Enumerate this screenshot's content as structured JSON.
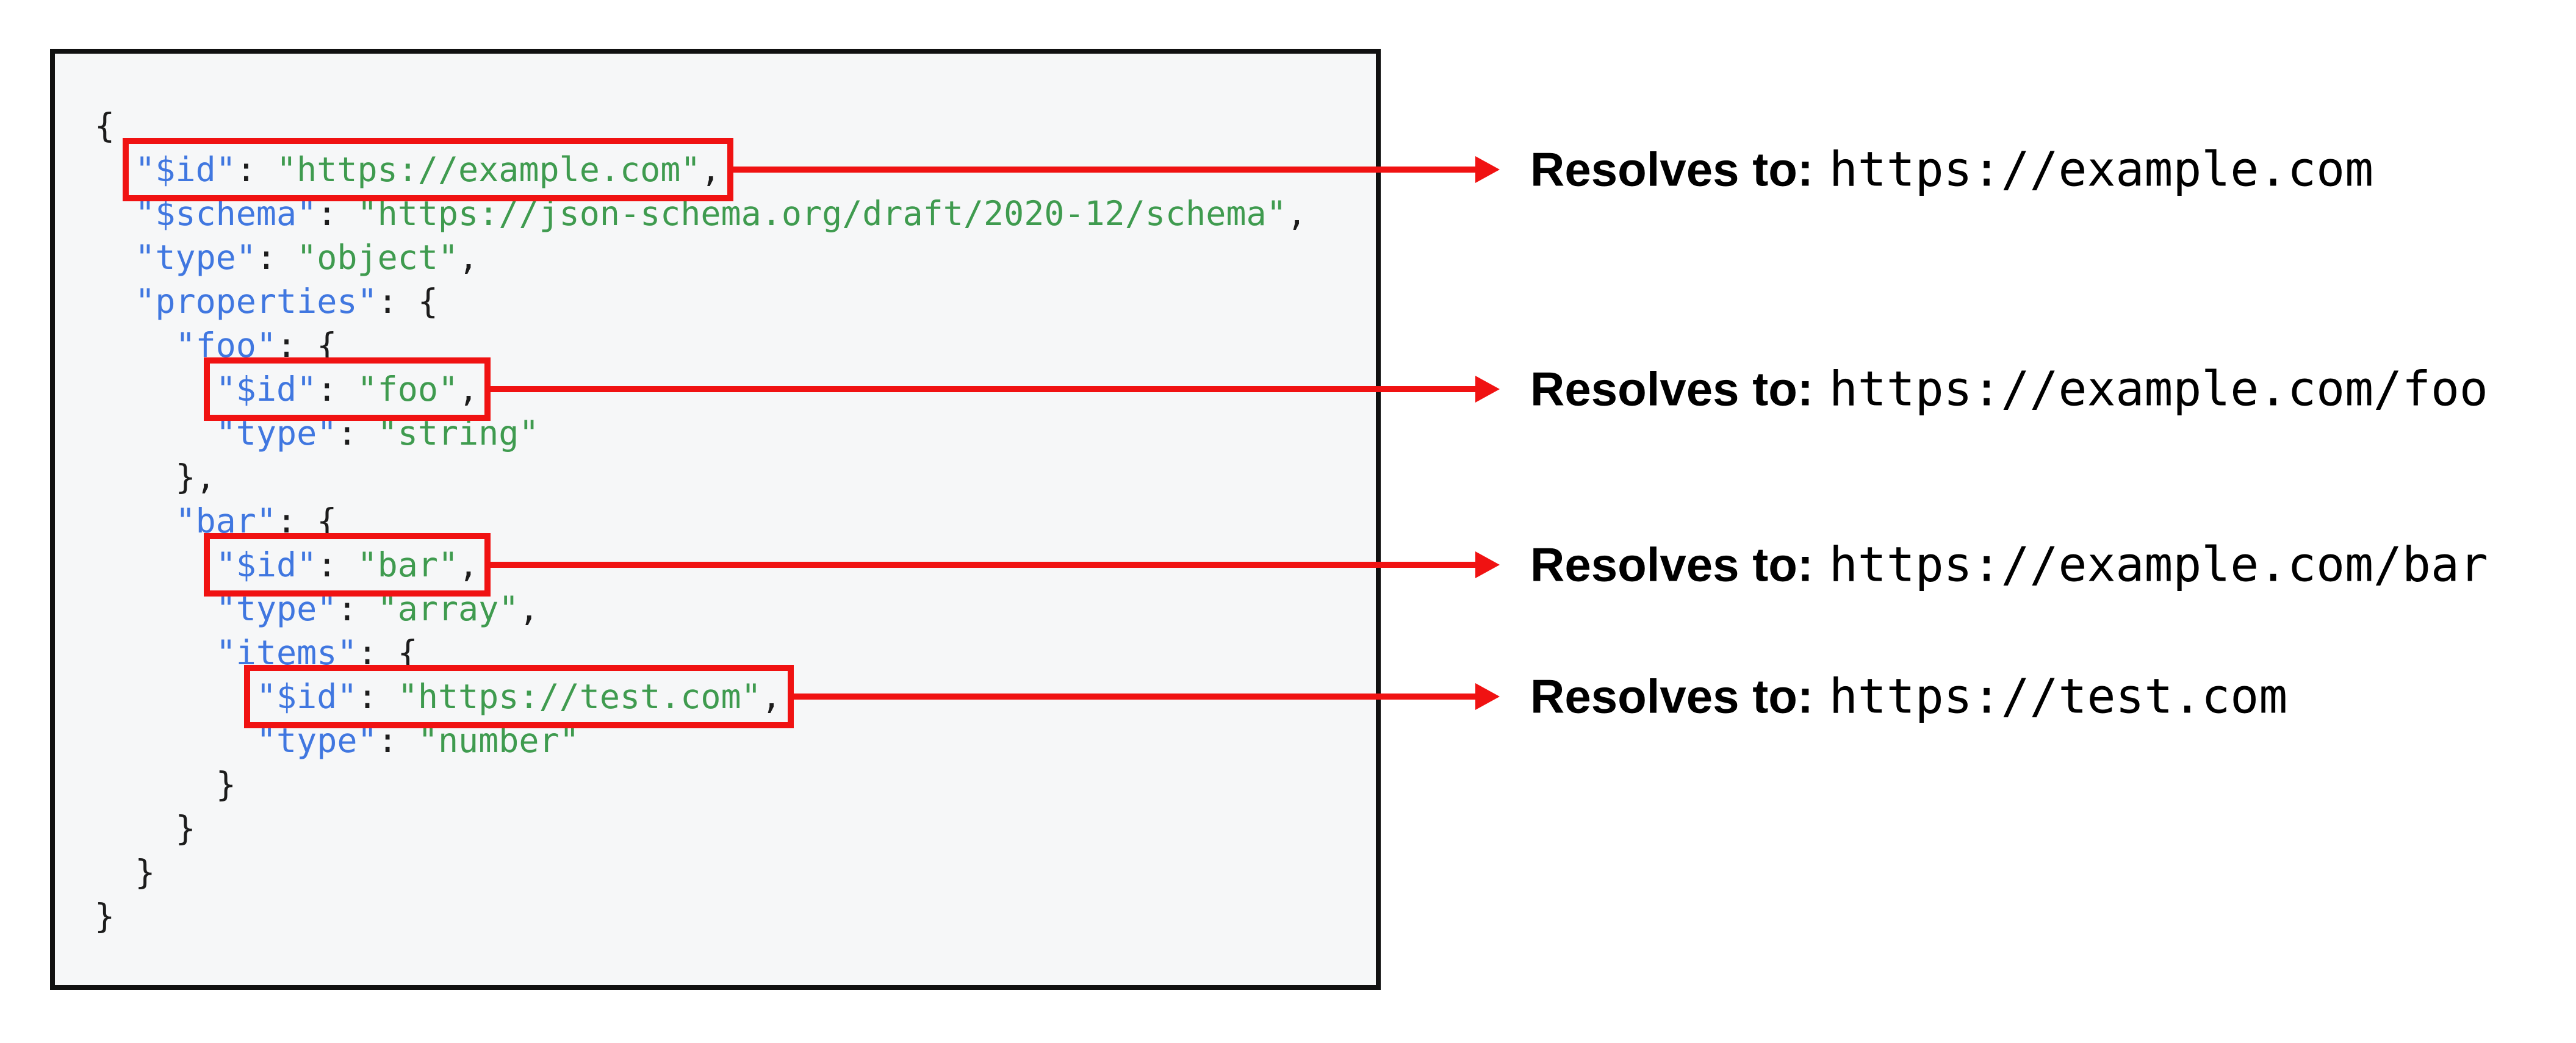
{
  "colors": {
    "red": "#f01212",
    "key_blue": "#4077e0",
    "string_green": "#3f9b4f",
    "punctuation": "#1c1c1c",
    "code_background": "#f6f7f8",
    "code_box_border": "#111111",
    "annotation_text": "#000000"
  },
  "code": {
    "lines": [
      {
        "indent": "",
        "boxed": false,
        "tokens": [
          {
            "c": "p",
            "t": "{"
          }
        ]
      },
      {
        "indent": "  ",
        "boxed": true,
        "tokens": [
          {
            "c": "k",
            "t": "\"$id\""
          },
          {
            "c": "p",
            "t": ": "
          },
          {
            "c": "s",
            "t": "\"https://example.com\""
          },
          {
            "c": "p",
            "t": ","
          }
        ]
      },
      {
        "indent": "  ",
        "boxed": false,
        "tokens": [
          {
            "c": "k",
            "t": "\"$schema\""
          },
          {
            "c": "p",
            "t": ": "
          },
          {
            "c": "s",
            "t": "\"https://json-schema.org/draft/2020-12/schema\""
          },
          {
            "c": "p",
            "t": ","
          }
        ]
      },
      {
        "indent": "  ",
        "boxed": false,
        "tokens": [
          {
            "c": "k",
            "t": "\"type\""
          },
          {
            "c": "p",
            "t": ": "
          },
          {
            "c": "s",
            "t": "\"object\""
          },
          {
            "c": "p",
            "t": ","
          }
        ]
      },
      {
        "indent": "  ",
        "boxed": false,
        "tokens": [
          {
            "c": "k",
            "t": "\"properties\""
          },
          {
            "c": "p",
            "t": ": {"
          }
        ]
      },
      {
        "indent": "    ",
        "boxed": false,
        "tokens": [
          {
            "c": "k",
            "t": "\"foo\""
          },
          {
            "c": "p",
            "t": ": {"
          }
        ]
      },
      {
        "indent": "      ",
        "boxed": true,
        "tokens": [
          {
            "c": "k",
            "t": "\"$id\""
          },
          {
            "c": "p",
            "t": ": "
          },
          {
            "c": "s",
            "t": "\"foo\""
          },
          {
            "c": "p",
            "t": ","
          }
        ]
      },
      {
        "indent": "      ",
        "boxed": false,
        "tokens": [
          {
            "c": "k",
            "t": "\"type\""
          },
          {
            "c": "p",
            "t": ": "
          },
          {
            "c": "s",
            "t": "\"string\""
          }
        ]
      },
      {
        "indent": "    ",
        "boxed": false,
        "tokens": [
          {
            "c": "p",
            "t": "},"
          }
        ]
      },
      {
        "indent": "    ",
        "boxed": false,
        "tokens": [
          {
            "c": "k",
            "t": "\"bar\""
          },
          {
            "c": "p",
            "t": ": {"
          }
        ]
      },
      {
        "indent": "      ",
        "boxed": true,
        "tokens": [
          {
            "c": "k",
            "t": "\"$id\""
          },
          {
            "c": "p",
            "t": ": "
          },
          {
            "c": "s",
            "t": "\"bar\""
          },
          {
            "c": "p",
            "t": ","
          }
        ]
      },
      {
        "indent": "      ",
        "boxed": false,
        "tokens": [
          {
            "c": "k",
            "t": "\"type\""
          },
          {
            "c": "p",
            "t": ": "
          },
          {
            "c": "s",
            "t": "\"array\""
          },
          {
            "c": "p",
            "t": ","
          }
        ]
      },
      {
        "indent": "      ",
        "boxed": false,
        "tokens": [
          {
            "c": "k",
            "t": "\"items\""
          },
          {
            "c": "p",
            "t": ": {"
          }
        ]
      },
      {
        "indent": "        ",
        "boxed": true,
        "tokens": [
          {
            "c": "k",
            "t": "\"$id\""
          },
          {
            "c": "p",
            "t": ": "
          },
          {
            "c": "s",
            "t": "\"https://test.com\""
          },
          {
            "c": "p",
            "t": ","
          }
        ]
      },
      {
        "indent": "        ",
        "boxed": false,
        "tokens": [
          {
            "c": "k",
            "t": "\"type\""
          },
          {
            "c": "p",
            "t": ": "
          },
          {
            "c": "s",
            "t": "\"number\""
          }
        ]
      },
      {
        "indent": "      ",
        "boxed": false,
        "tokens": [
          {
            "c": "p",
            "t": "}"
          }
        ]
      },
      {
        "indent": "    ",
        "boxed": false,
        "tokens": [
          {
            "c": "p",
            "t": "}"
          }
        ]
      },
      {
        "indent": "  ",
        "boxed": false,
        "tokens": [
          {
            "c": "p",
            "t": "}"
          }
        ]
      },
      {
        "indent": "",
        "boxed": false,
        "tokens": [
          {
            "c": "p",
            "t": "}"
          }
        ]
      }
    ]
  },
  "annotations": [
    {
      "label": "Resolves to:",
      "value": "https://example.com"
    },
    {
      "label": "Resolves to:",
      "value": "https://example.com/foo"
    },
    {
      "label": "Resolves to:",
      "value": "https://example.com/bar"
    },
    {
      "label": "Resolves to:",
      "value": "https://test.com"
    }
  ]
}
